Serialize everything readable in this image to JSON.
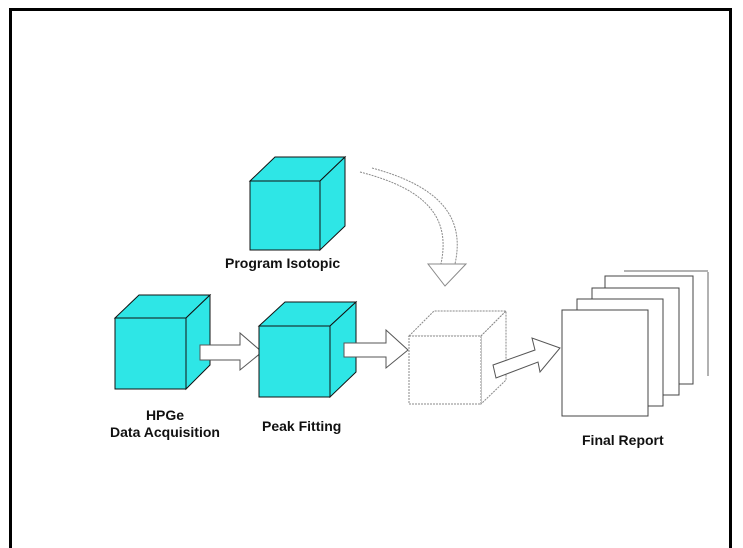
{
  "diagram": {
    "colors": {
      "cube_fill": "#2ee6e6",
      "cube_stroke": "#111111",
      "ghost_stroke": "#9a9a9a",
      "frame": "#000000"
    },
    "nodes": {
      "program": {
        "label": "Program Isotopic"
      },
      "hpge": {
        "label_line1": "HPGe",
        "label_line2": "Data Acquisition"
      },
      "peak": {
        "label": "Peak Fitting"
      },
      "analysis": {
        "label": ""
      },
      "report": {
        "label": "Final Report"
      }
    },
    "edges": [
      {
        "from": "hpge",
        "to": "peak"
      },
      {
        "from": "peak",
        "to": "analysis"
      },
      {
        "from": "analysis",
        "to": "report"
      },
      {
        "from": "program",
        "to": "analysis"
      }
    ]
  }
}
